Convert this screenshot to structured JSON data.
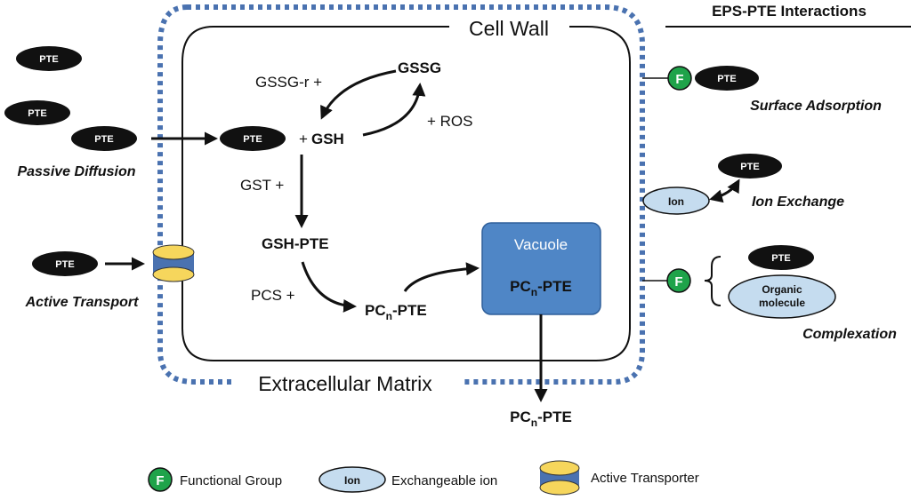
{
  "header": {
    "title": "EPS-PTE Interactions"
  },
  "regions": {
    "cell_wall": "Cell Wall",
    "extracellular_matrix": "Extracellular Matrix",
    "vacuole": "Vacuole"
  },
  "pte_label": "PTE",
  "ion_label": "Ion",
  "functional_group_symbol": "F",
  "organic_molecule": [
    "Organic",
    "molecule"
  ],
  "processes": {
    "passive_diffusion": "Passive Diffusion",
    "active_transport": "Active Transport",
    "surface_adsorption": "Surface Adsorption",
    "ion_exchange": "Ion Exchange",
    "complexation": "Complexation"
  },
  "pathway": {
    "gssg_r": "GSSG-r +",
    "gssg": "GSSG",
    "ros": "+ ROS",
    "gsh": "GSH",
    "plus": "+",
    "gst": "GST +",
    "gsh_pte": "GSH-PTE",
    "pcs": "PCS +",
    "pc_prefix": "PC",
    "pc_subscript": "n",
    "pc_suffix": "-PTE"
  },
  "legend": {
    "functional_group": "Functional Group",
    "exchangeable_ion": "Exchangeable ion",
    "active_transporter": "Active Transporter"
  },
  "colors": {
    "dotted_border": "#4a72b0",
    "vacuole_fill": "#4f86c6",
    "functional_group_green": "#1fa34a",
    "ion_fill": "#c5dcef",
    "transporter_yellow": "#f6d65c"
  }
}
